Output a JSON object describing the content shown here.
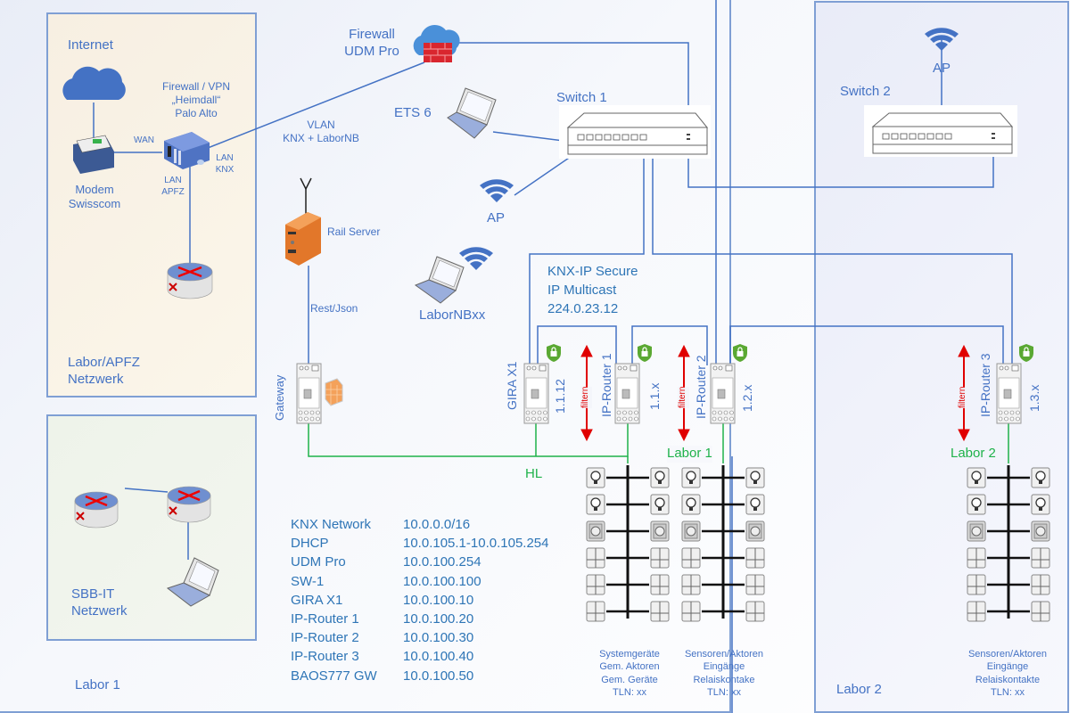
{
  "zones": {
    "labor1": {
      "label": "Labor 1"
    },
    "labor2": {
      "label": "Labor 2"
    },
    "apfz": {
      "label_line1": "Labor/APFZ",
      "label_line2": "Netzwerk"
    },
    "sbb": {
      "label_line1": "SBB-IT",
      "label_line2": "Netzwerk"
    }
  },
  "nodes": {
    "internet": {
      "label": "Internet",
      "icon": "cloud-icon"
    },
    "modem": {
      "label_line1": "Modem",
      "label_line2": "Swisscom",
      "icon": "modem-icon"
    },
    "palo_alto": {
      "label_line1": "Firewall / VPN",
      "label_line2": "„Heimdall“",
      "label_line3": "Palo Alto",
      "icon": "firewall-appliance-icon",
      "port_wan": "WAN",
      "port_lan_knx_1": "LAN",
      "port_lan_knx_2": "KNX",
      "port_lan_apfz_1": "LAN",
      "port_lan_apfz_2": "APFZ"
    },
    "udm": {
      "label_line1": "Firewall",
      "label_line2": "UDM Pro",
      "icon": "cloud-firewall-icon"
    },
    "vlan": {
      "label_line1": "VLAN",
      "label_line2": "KNX + LaborNB"
    },
    "ets": {
      "label": "ETS 6",
      "icon": "laptop-icon"
    },
    "switch1": {
      "label": "Switch 1",
      "icon": "switch-icon"
    },
    "switch2": {
      "label": "Switch 2",
      "icon": "switch-icon"
    },
    "ap1": {
      "label": "AP",
      "icon": "wifi-icon"
    },
    "ap2": {
      "label": "AP",
      "icon": "wifi-icon"
    },
    "rail_server": {
      "label": "Rail Server",
      "icon": "server-icon"
    },
    "rest": {
      "label": "Rest/Json"
    },
    "labornb": {
      "label": "LaborNBxx",
      "icon": "laptop-icon"
    },
    "knxip": {
      "line1": "KNX-IP Secure",
      "line2": "IP Multicast",
      "line3": "224.0.23.12"
    },
    "gateway": {
      "label": "Gateway"
    },
    "gira": {
      "label": "GIRA X1",
      "address": "1.1.12"
    },
    "router1": {
      "label": "IP-Router 1",
      "address": "1.1.x"
    },
    "router2": {
      "label": "IP-Router 2",
      "address": "1.2.x"
    },
    "router3": {
      "label": "IP-Router 3",
      "address": "1.3.x"
    },
    "filter_label": "filtern",
    "hl": "HL",
    "line_labor1": "Labor 1",
    "line_labor2": "Labor 2"
  },
  "bus_groups": [
    {
      "lines": [
        "Systemgeräte",
        "Gem. Aktoren",
        "Gem. Geräte",
        "TLN: xx"
      ]
    },
    {
      "lines": [
        "Sensoren/Aktoren",
        "Eingänge",
        "Relaiskontake",
        "TLN: xx"
      ]
    },
    {
      "lines": [
        "Sensoren/Aktoren",
        "Eingänge",
        "Relaiskontakte",
        "TLN: xx"
      ]
    }
  ],
  "ip_table": [
    {
      "name": "KNX Network",
      "ip": "10.0.0.0/16"
    },
    {
      "name": "DHCP",
      "ip": "10.0.105.1-10.0.105.254"
    },
    {
      "name": "UDM Pro",
      "ip": "10.0.100.254"
    },
    {
      "name": "SW-1",
      "ip": "10.0.100.100"
    },
    {
      "name": "GIRA X1",
      "ip": "10.0.100.10"
    },
    {
      "name": "IP-Router 1",
      "ip": "10.0.100.20"
    },
    {
      "name": "IP-Router 2",
      "ip": "10.0.100.30"
    },
    {
      "name": "IP-Router 3",
      "ip": "10.0.100.40"
    },
    {
      "name": "BAOS777 GW",
      "ip": "10.0.100.50"
    }
  ],
  "colors": {
    "ip_line": "#4472c4",
    "knx_line": "#1fb24a",
    "label": "#4472c4",
    "filter_arrow": "#e00000",
    "shield": "#5aa832"
  }
}
